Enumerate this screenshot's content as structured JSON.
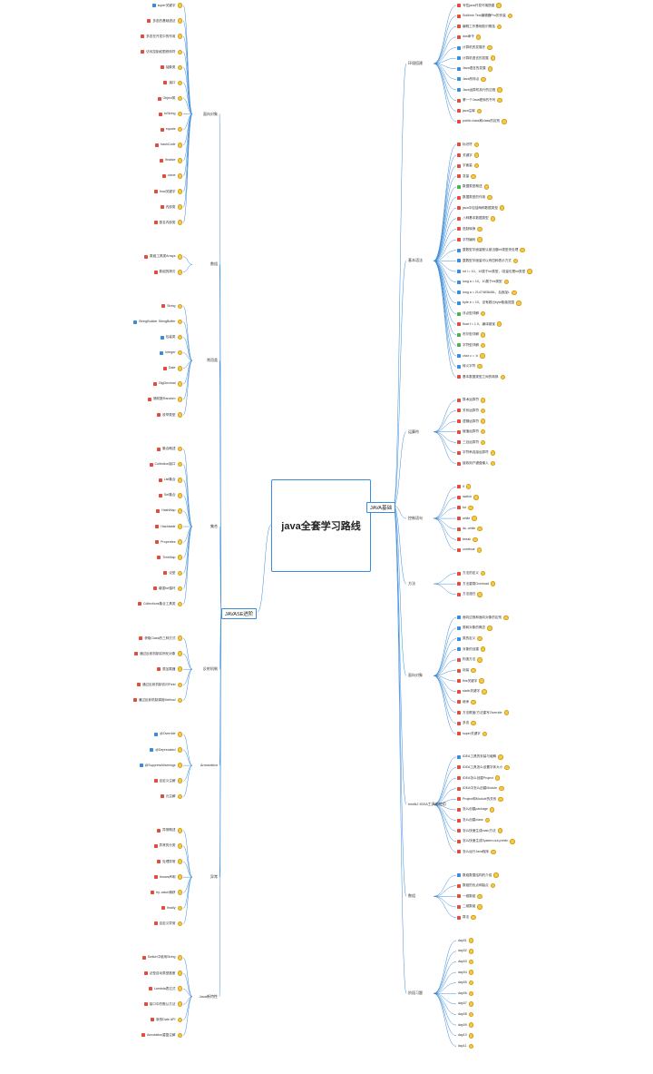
{
  "root": "java全套学习路线",
  "branches": {
    "right": "JAVA基础",
    "left": "JAVASE进阶"
  },
  "colors": {
    "red": "#e34c3c",
    "blue": "#3a8bd9",
    "green": "#4caf50",
    "orange": "#f39c12",
    "line": "#3a8bd9"
  },
  "right_groups": [
    {
      "label": "环境搭建",
      "items": [
        {
          "t": "写性java开发环境搭建",
          "c": "red"
        },
        {
          "t": "Sublime Text编辑器Pro的安装",
          "c": "red"
        },
        {
          "t": "编程工作基础知识概括",
          "c": "red"
        },
        {
          "t": "dos命令",
          "c": "red"
        },
        {
          "t": "计算机的发展史",
          "c": "blue"
        },
        {
          "t": "计算机语言的发展",
          "c": "blue"
        },
        {
          "t": "Java语言的发展",
          "c": "blue"
        },
        {
          "t": "Java的特点",
          "c": "blue"
        },
        {
          "t": "Java运算机执行的过程",
          "c": "blue"
        },
        {
          "t": "第一个Java程序的书写",
          "c": "red"
        },
        {
          "t": "java注释",
          "c": "red"
        },
        {
          "t": "public class和class的区别",
          "c": "red"
        }
      ]
    },
    {
      "label": "基本语法",
      "items": [
        {
          "t": "标识符",
          "c": "red"
        },
        {
          "t": "关键字",
          "c": "red"
        },
        {
          "t": "字面量",
          "c": "red"
        },
        {
          "t": "变量",
          "c": "red"
        },
        {
          "t": "数据类型概述",
          "c": "green"
        },
        {
          "t": "数据类型的作用",
          "c": "red"
        },
        {
          "t": "java中包括两种数据类型",
          "c": "red"
        },
        {
          "t": "八种基本数据类型",
          "c": "red"
        },
        {
          "t": "进制转换",
          "c": "red"
        },
        {
          "t": "字符编码",
          "c": "red"
        },
        {
          "t": "整数型字面量默认被当做int类型来处理",
          "c": "blue"
        },
        {
          "t": "整数型字面量可以有四种表示方式",
          "c": "blue"
        },
        {
          "t": "int i = 10，10属于int类型，i变量也是int类型",
          "c": "blue"
        },
        {
          "t": "long a = 10，10属于int类型",
          "c": "blue"
        },
        {
          "t": "long a = 2147483648L，后面加L",
          "c": "blue"
        },
        {
          "t": "byte b = 10，没有超出byte取值范围",
          "c": "blue"
        },
        {
          "t": "浮点型详解",
          "c": "green"
        },
        {
          "t": "float f = 1.0，编译错误",
          "c": "red"
        },
        {
          "t": "布尔型详解",
          "c": "green"
        },
        {
          "t": "字符型详解",
          "c": "green"
        },
        {
          "t": "char c = 'a'",
          "c": "blue"
        },
        {
          "t": "转义字符",
          "c": "blue"
        },
        {
          "t": "基本数据类型之间的转换",
          "c": "red"
        }
      ]
    },
    {
      "label": "运算符",
      "items": [
        {
          "t": "算术运算符",
          "c": "red"
        },
        {
          "t": "关系运算符",
          "c": "red"
        },
        {
          "t": "逻辑运算符",
          "c": "red"
        },
        {
          "t": "赋值运算符",
          "c": "red"
        },
        {
          "t": "三目运算符",
          "c": "red"
        },
        {
          "t": "字符串连接运算符",
          "c": "red"
        },
        {
          "t": "接收用户键盘输入",
          "c": "red"
        }
      ]
    },
    {
      "label": "控制语句",
      "items": [
        {
          "t": "if",
          "c": "red"
        },
        {
          "t": "switch",
          "c": "red"
        },
        {
          "t": "for",
          "c": "red"
        },
        {
          "t": "while",
          "c": "red"
        },
        {
          "t": "do..while",
          "c": "red"
        },
        {
          "t": "break",
          "c": "red"
        },
        {
          "t": "continue",
          "c": "red"
        }
      ]
    },
    {
      "label": "方法",
      "items": [
        {
          "t": "方法的定义",
          "c": "red"
        },
        {
          "t": "方法重载Overload",
          "c": "red"
        },
        {
          "t": "方法递归",
          "c": "red"
        }
      ]
    },
    {
      "label": "面向对象",
      "items": [
        {
          "t": "面向过程和面向对象的区别",
          "c": "blue"
        },
        {
          "t": "类和对象的概念",
          "c": "blue"
        },
        {
          "t": "类的定义",
          "c": "blue"
        },
        {
          "t": "对象的创建",
          "c": "blue"
        },
        {
          "t": "构造方法",
          "c": "red"
        },
        {
          "t": "封装",
          "c": "red"
        },
        {
          "t": "this关键字",
          "c": "red"
        },
        {
          "t": "static关键字",
          "c": "red"
        },
        {
          "t": "继承",
          "c": "red"
        },
        {
          "t": "方法覆盖/方法重写Override",
          "c": "red"
        },
        {
          "t": "多态",
          "c": "red"
        },
        {
          "t": "super关键字",
          "c": "red"
        }
      ]
    },
    {
      "label": "IntelliJ IDEA工具的使用",
      "items": [
        {
          "t": "IDEA工具的安装与破解",
          "c": "blue"
        },
        {
          "t": "IDEA工具怎么设置字体大小",
          "c": "red"
        },
        {
          "t": "IDEA怎么创建Project",
          "c": "red"
        },
        {
          "t": "IDEA中怎么创建Module",
          "c": "red"
        },
        {
          "t": "Project和Module的关系",
          "c": "red"
        },
        {
          "t": "怎么创建package",
          "c": "red"
        },
        {
          "t": "怎么创建class",
          "c": "red"
        },
        {
          "t": "怎么快速生成main方法",
          "c": "red"
        },
        {
          "t": "怎么快速生成System.out.println",
          "c": "red"
        },
        {
          "t": "怎么运行Java程序",
          "c": "red"
        }
      ]
    },
    {
      "label": "数组",
      "items": [
        {
          "t": "数组数据结构的介绍",
          "c": "blue"
        },
        {
          "t": "数组的优点和缺点",
          "c": "red"
        },
        {
          "t": "一维数组",
          "c": "red"
        },
        {
          "t": "二维数组",
          "c": "red"
        },
        {
          "t": "算法",
          "c": "red"
        }
      ]
    },
    {
      "label": "阶段习题",
      "items": [
        {
          "t": "day01",
          "c": "none"
        },
        {
          "t": "day02",
          "c": "none"
        },
        {
          "t": "day03",
          "c": "none"
        },
        {
          "t": "day04",
          "c": "none"
        },
        {
          "t": "day05",
          "c": "none"
        },
        {
          "t": "day06",
          "c": "none"
        },
        {
          "t": "day07",
          "c": "none"
        },
        {
          "t": "day08",
          "c": "none"
        },
        {
          "t": "day09",
          "c": "none"
        },
        {
          "t": "day10",
          "c": "none"
        },
        {
          "t": "day11",
          "c": "none"
        }
      ]
    }
  ],
  "left_groups": [
    {
      "label": "面向对象",
      "items": [
        {
          "t": "super关键字",
          "c": "blue"
        },
        {
          "t": "多态的基础语法",
          "c": "red"
        },
        {
          "t": "多态在开发中的作用",
          "c": "red"
        },
        {
          "t": "访问控制权限修饰符",
          "c": "red"
        },
        {
          "t": "抽象类",
          "c": "red"
        },
        {
          "t": "接口",
          "c": "red"
        },
        {
          "t": "Object类",
          "c": "red"
        },
        {
          "t": "toString",
          "c": "red"
        },
        {
          "t": "equals",
          "c": "red"
        },
        {
          "t": "hashCode",
          "c": "red"
        },
        {
          "t": "finalize",
          "c": "red"
        },
        {
          "t": "clone",
          "c": "red"
        },
        {
          "t": "final关键字",
          "c": "red"
        },
        {
          "t": "内部类",
          "c": "red"
        },
        {
          "t": "匿名内部类",
          "c": "red"
        }
      ]
    },
    {
      "label": "数组",
      "items": [
        {
          "t": "数组工具类Arrays",
          "c": "red"
        },
        {
          "t": "数组的拷贝",
          "c": "red"
        }
      ]
    },
    {
      "label": "常用类",
      "items": [
        {
          "t": "String",
          "c": "red"
        },
        {
          "t": "StringBuilder StringBuffer",
          "c": "blue"
        },
        {
          "t": "包装类",
          "c": "blue"
        },
        {
          "t": "Integer",
          "c": "blue"
        },
        {
          "t": "Date",
          "c": "red"
        },
        {
          "t": "BigDecimal",
          "c": "red"
        },
        {
          "t": "随机数Random",
          "c": "red"
        },
        {
          "t": "枚举类型",
          "c": "red"
        }
      ]
    },
    {
      "label": "集合",
      "items": [
        {
          "t": "集合概述",
          "c": "red"
        },
        {
          "t": "Collection接口",
          "c": "red"
        },
        {
          "t": "List集合",
          "c": "red"
        },
        {
          "t": "Set集合",
          "c": "red"
        },
        {
          "t": "HashMap",
          "c": "red"
        },
        {
          "t": "Hashtable",
          "c": "red"
        },
        {
          "t": "Properties",
          "c": "red"
        },
        {
          "t": "TreeMap",
          "c": "red"
        },
        {
          "t": "泛型",
          "c": "red"
        },
        {
          "t": "增强for循环",
          "c": "red"
        },
        {
          "t": "Collections集合工具类",
          "c": "red"
        }
      ]
    },
    {
      "label": "反射机制",
      "items": [
        {
          "t": "获取Class的三种方式",
          "c": "red"
        },
        {
          "t": "通过反射机制实例化对象",
          "c": "red"
        },
        {
          "t": "类加载器",
          "c": "red"
        },
        {
          "t": "通过反射机制访问Field",
          "c": "red"
        },
        {
          "t": "通过反射机制调用Method",
          "c": "red"
        }
      ]
    },
    {
      "label": "Annotation",
      "items": [
        {
          "t": "@Override",
          "c": "blue"
        },
        {
          "t": "@Deprecated",
          "c": "blue"
        },
        {
          "t": "@SuppressWarnings",
          "c": "blue"
        },
        {
          "t": "自定义注解",
          "c": "red"
        },
        {
          "t": "元注解",
          "c": "red"
        }
      ]
    },
    {
      "label": "异常",
      "items": [
        {
          "t": "异常概述",
          "c": "red"
        },
        {
          "t": "异常的分类",
          "c": "red"
        },
        {
          "t": "处理异常",
          "c": "red"
        },
        {
          "t": "throws声明",
          "c": "red"
        },
        {
          "t": "try..catch捕获",
          "c": "red"
        },
        {
          "t": "finally",
          "c": "red"
        },
        {
          "t": "自定义异常",
          "c": "red"
        }
      ]
    },
    {
      "label": "Java新特性",
      "items": [
        {
          "t": "Switch中使用String",
          "c": "red"
        },
        {
          "t": "泛型自动类型推断",
          "c": "red"
        },
        {
          "t": "Lambda表达式",
          "c": "red"
        },
        {
          "t": "接口中的默认方法",
          "c": "red"
        },
        {
          "t": "新的Date API",
          "c": "red"
        },
        {
          "t": "Annotation重复注解",
          "c": "red"
        }
      ]
    }
  ]
}
